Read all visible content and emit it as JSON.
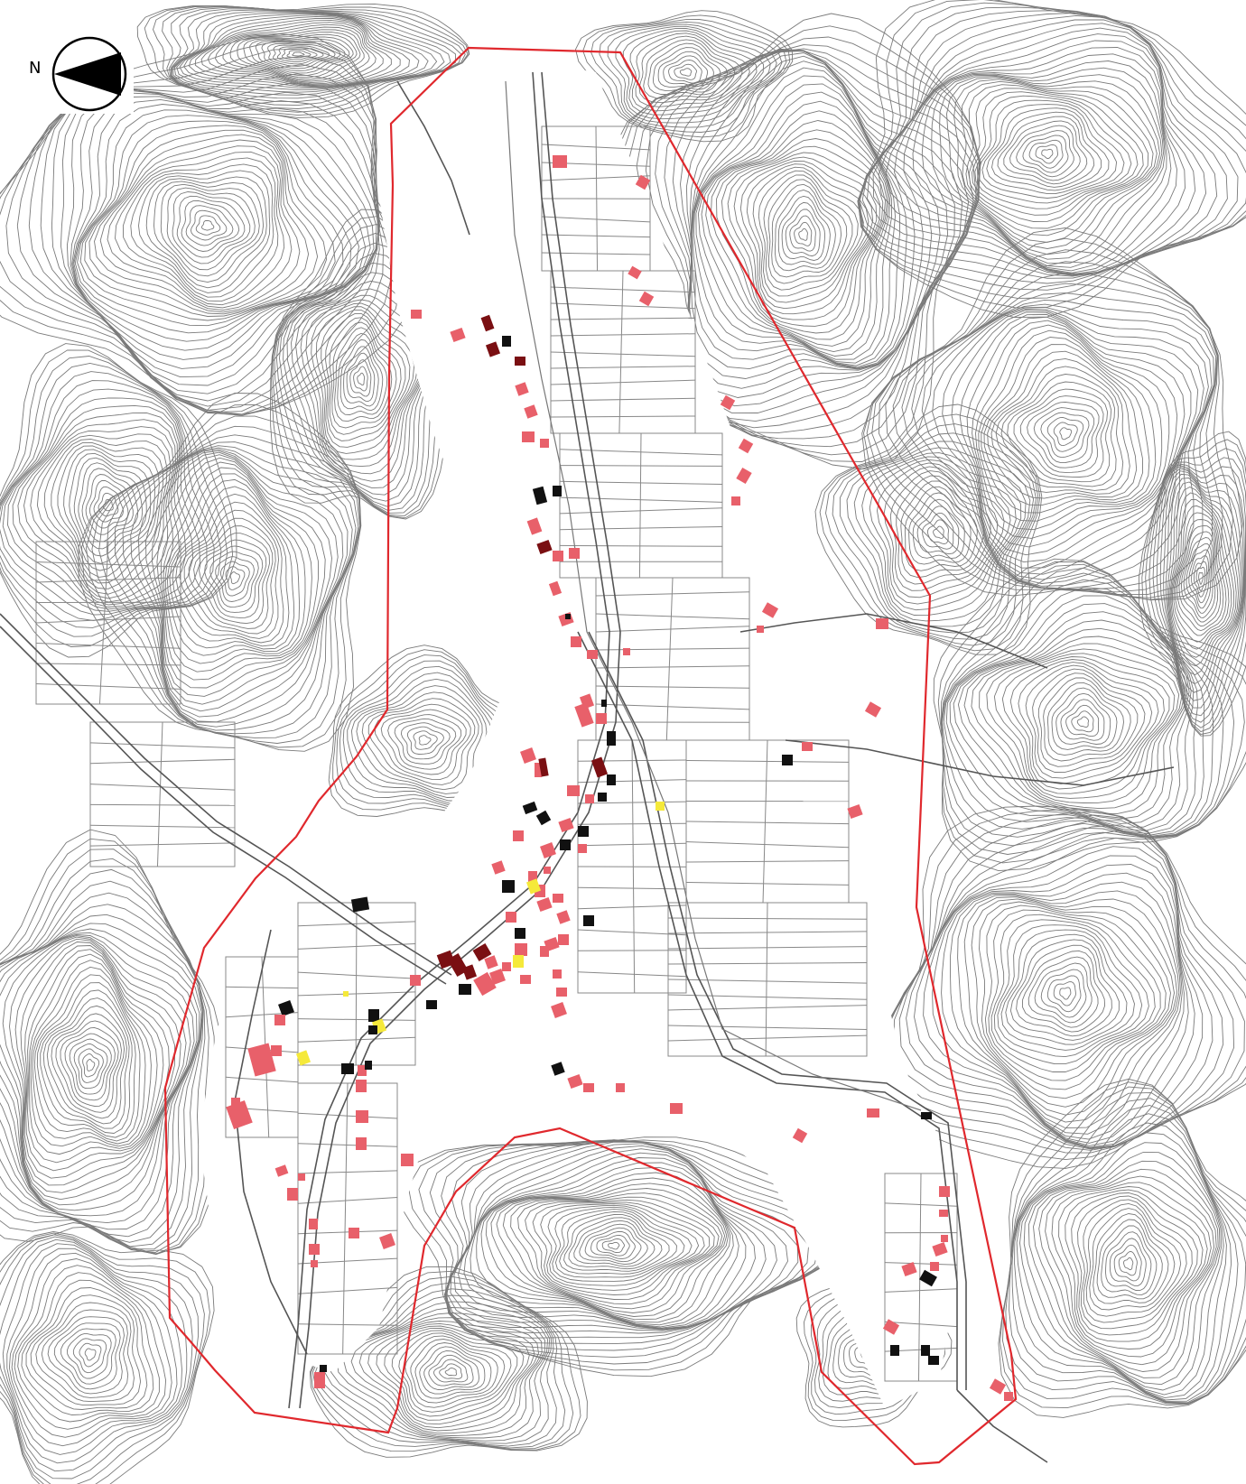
{
  "compass": {
    "north_letter": "N",
    "icon": "north-arrow-icon"
  },
  "colors": {
    "background": "#ffffff",
    "contour": "#7a7a7a",
    "road": "#555555",
    "field": "#888888",
    "boundary": "#e0282d",
    "building_red": "#e8606a",
    "building_black": "#111111",
    "building_maroon": "#7a0f12",
    "building_yellow": "#f5e93a"
  },
  "legend_categories": [
    "building_red",
    "building_black",
    "building_maroon",
    "building_yellow"
  ]
}
